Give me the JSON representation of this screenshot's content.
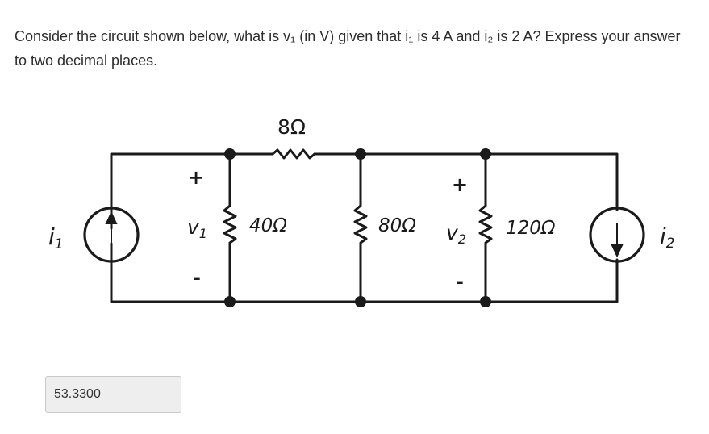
{
  "question": {
    "text": "Consider the circuit shown below, what is v₁ (in V) given that i₁ is 4 A and i₂ is 2 A? Express your answer to two decimal places."
  },
  "circuit": {
    "resistor_top": "8Ω",
    "resistor_1": "40Ω",
    "resistor_2": "80Ω",
    "resistor_3": "120Ω",
    "source_1_label": "i",
    "source_1_sub": "1",
    "source_2_label": "i",
    "source_2_sub": "2",
    "v1_label": "v",
    "v1_sub": "1",
    "v2_label": "v",
    "v2_sub": "2",
    "plus": "+",
    "minus": "-"
  },
  "answer": {
    "value": "53.3300"
  }
}
